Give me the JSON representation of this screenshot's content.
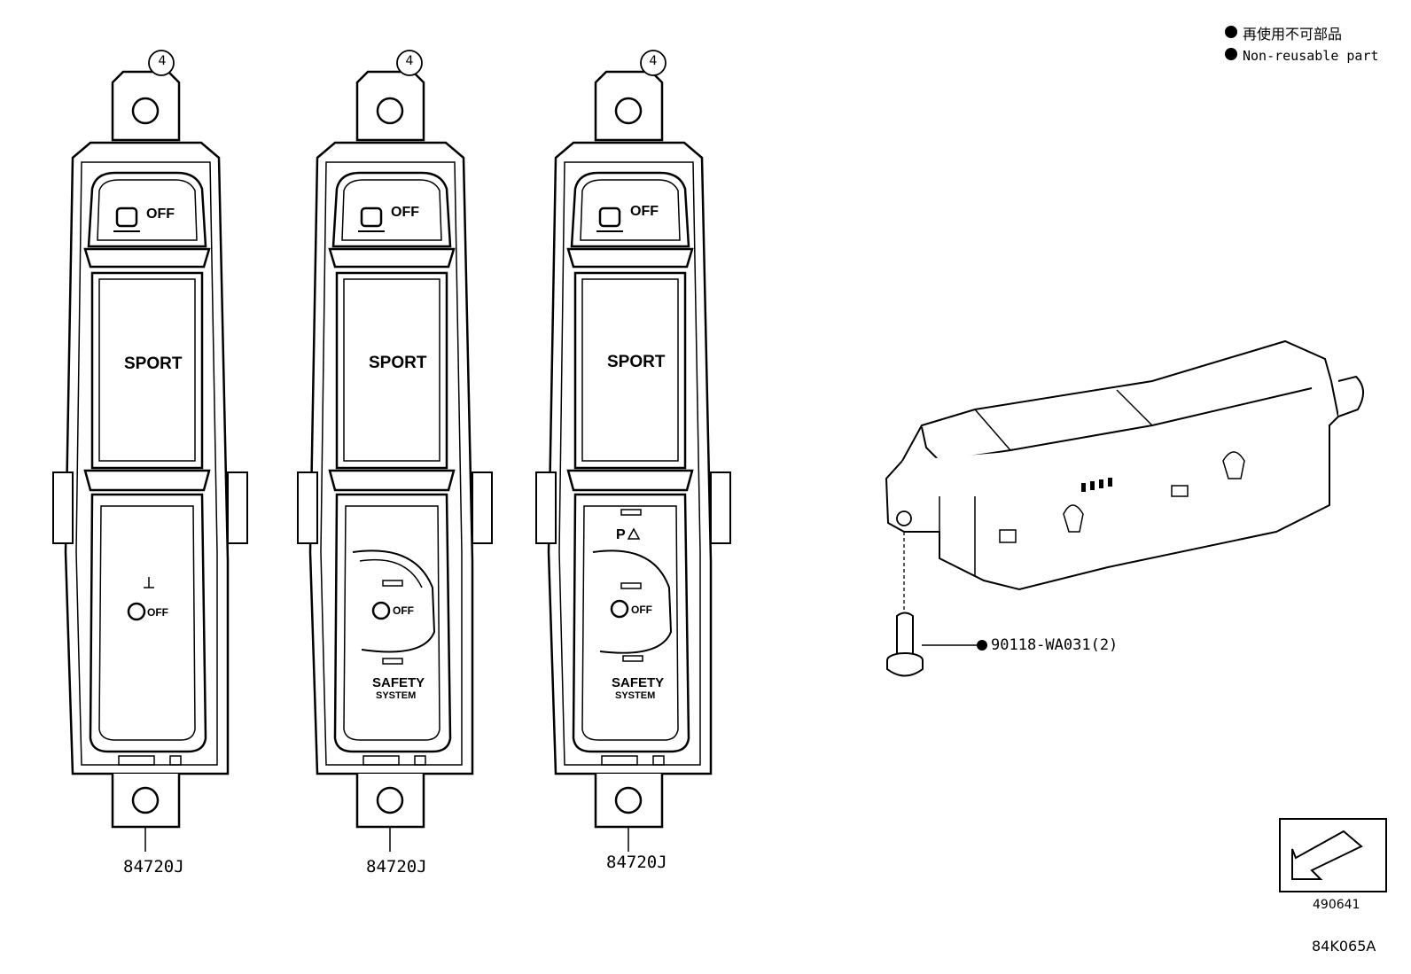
{
  "legend": {
    "line1": "再使用不可部品",
    "line2": "Non-reusable part"
  },
  "callout_number": "4",
  "switches": [
    {
      "part_number": "84720J",
      "top_label": "OFF",
      "middle_label": "SPORT",
      "bottom_label": "OFF",
      "safety_line1": "",
      "safety_line2": ""
    },
    {
      "part_number": "84720J",
      "top_label": "OFF",
      "middle_label": "SPORT",
      "bottom_label": "OFF",
      "safety_line1": "SAFETY",
      "safety_line2": "SYSTEM"
    },
    {
      "part_number": "84720J",
      "top_label": "OFF",
      "middle_label": "SPORT",
      "bottom_label": "OFF",
      "safety_line1": "SAFETY",
      "safety_line2": "SYSTEM"
    }
  ],
  "screw": {
    "part_number": "90118-WA031(2)"
  },
  "reference_box": {
    "code": "490641"
  },
  "diagram_code": "84K065A",
  "colors": {
    "line": "#000000",
    "background": "#ffffff"
  }
}
